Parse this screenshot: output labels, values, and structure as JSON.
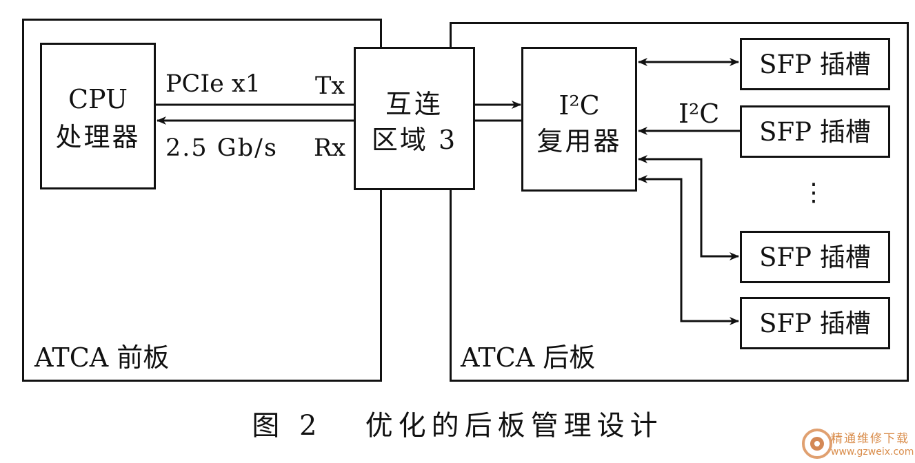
{
  "front_board": {
    "label": "ATCA 前板",
    "cpu_line1": "CPU",
    "cpu_line2": "处理器",
    "link_label1": "PCIe x1",
    "link_label2": "2.5 Gb/s",
    "tx": "Tx",
    "rx": "Rx"
  },
  "interconnect": {
    "line1": "互连",
    "line2": "区域 3"
  },
  "rear_board": {
    "label": "ATCA 后板",
    "mux_line1": "I²C",
    "mux_line2": "复用器",
    "bus_label": "I²C",
    "sfp_slots": [
      "SFP 插槽",
      "SFP 插槽",
      "SFP 插槽",
      "SFP 插槽"
    ],
    "ellipsis": "⋮"
  },
  "caption": "图 2   优化的后板管理设计",
  "watermark": {
    "title": "精通维修下载",
    "url": "www.gzweix.com"
  }
}
